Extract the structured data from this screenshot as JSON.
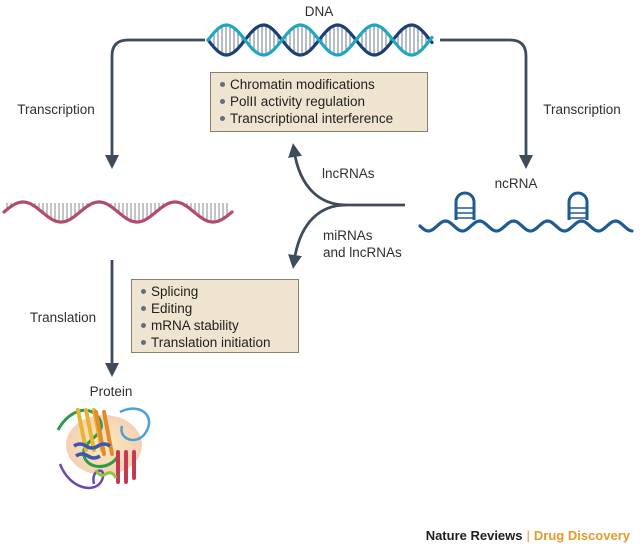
{
  "labels": {
    "dna": "DNA",
    "transcription_left": "Transcription",
    "transcription_right": "Transcription",
    "ncrna": "ncRNA",
    "lncrnas": "lncRNAs",
    "mirnas_line1": "miRNAs",
    "mirnas_line2": "and lncRNAs",
    "translation": "Translation",
    "protein": "Protein"
  },
  "dna_box": {
    "items": [
      "Chromatin modifications",
      "PolII activity regulation",
      "Transcriptional interference"
    ]
  },
  "mrna_box": {
    "items": [
      "Splicing",
      "Editing",
      "mRNA stability",
      "Translation initiation"
    ]
  },
  "credit": {
    "journal": "Nature Reviews",
    "separator": "|",
    "subjournal": "Drug Discovery"
  },
  "colors": {
    "arrow": "#3d4b5a",
    "dna_dark": "#1d3f73",
    "dna_light": "#1fa7bf",
    "mrna": "#b34a73",
    "ncrna": "#1e5a95",
    "box_fill": "#efe4cf",
    "accent": "#e39a2b"
  }
}
